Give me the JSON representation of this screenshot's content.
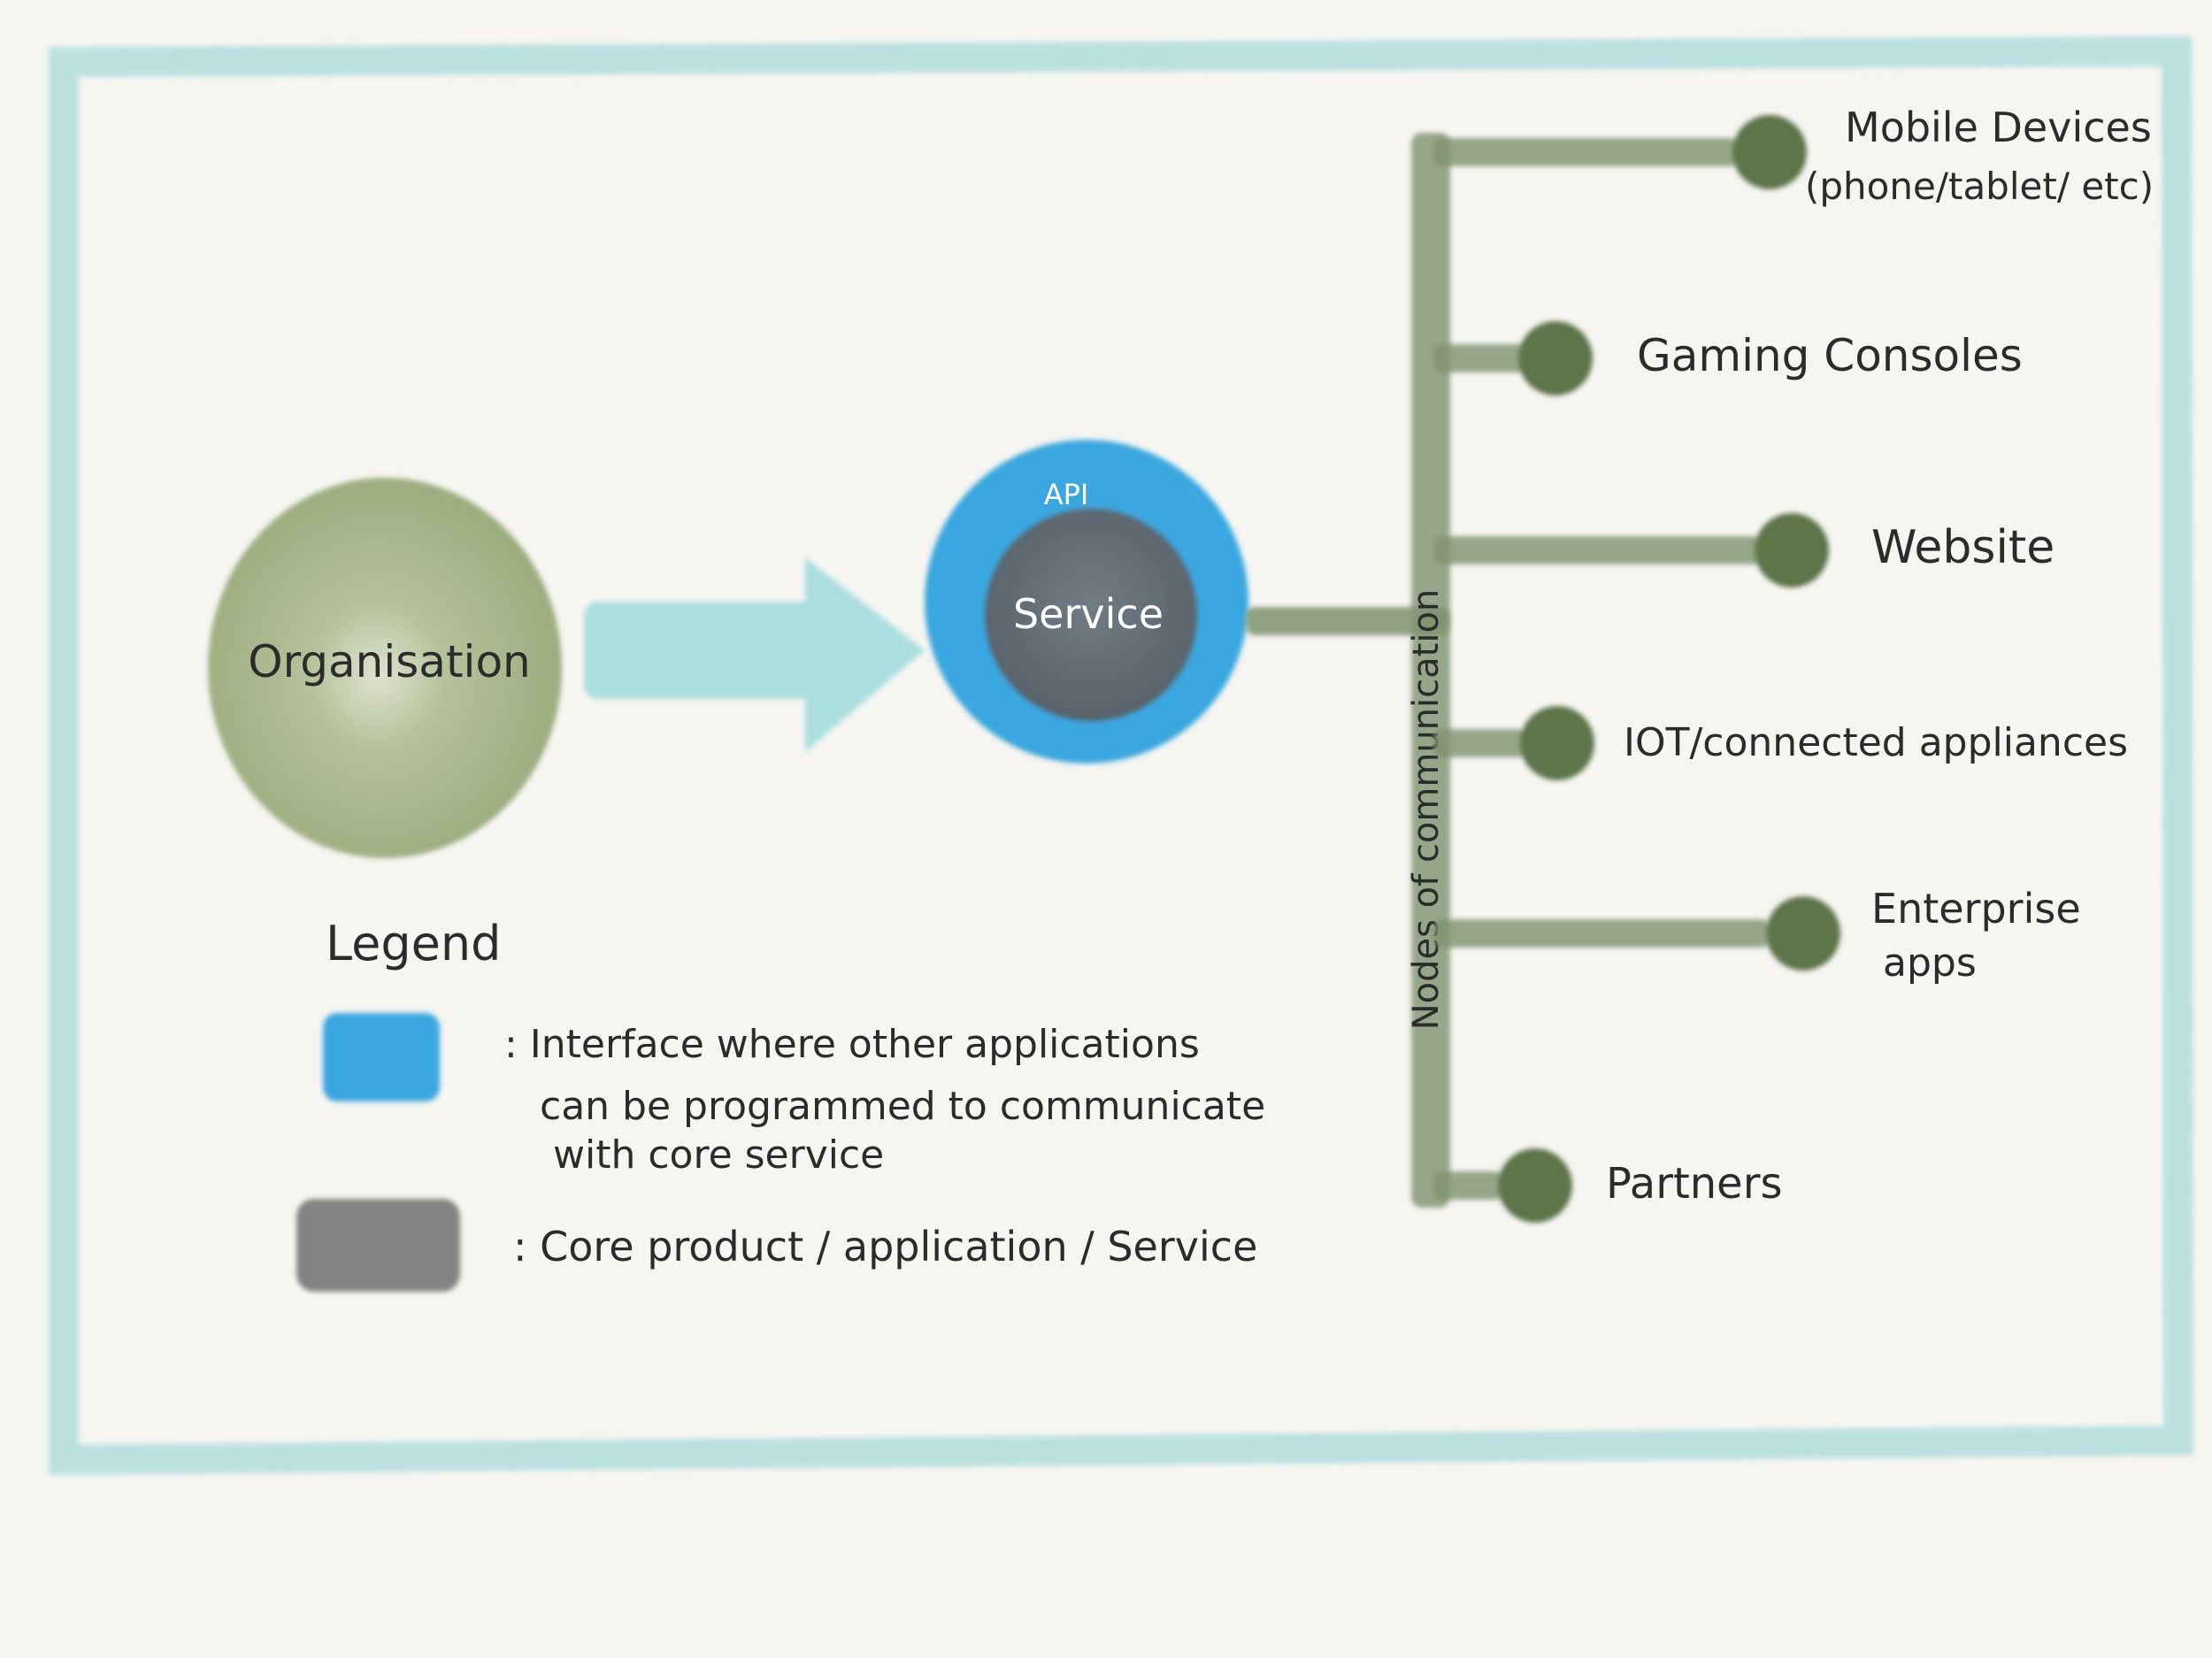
{
  "colors": {
    "background": "#f6f5f1",
    "frame": "#a8dadb",
    "organisation": "#9faf80",
    "api_ring": "#3aa7e0",
    "service_core": "#5d6870",
    "connector": "#7f9370",
    "node": "#5d7549",
    "arrow": "#9fdbdc",
    "text": "#2b2b2b",
    "legend_gray": "#6f6f6f"
  },
  "diagram": {
    "organisation_label": "Organisation",
    "api_label": "API",
    "service_label": "Service",
    "bus_label": "Nodes of communication",
    "nodes": [
      {
        "label": "Mobile Devices",
        "sublabel": "(phone/tablet/ etc)"
      },
      {
        "label": "Gaming Consoles",
        "sublabel": ""
      },
      {
        "label": "Website",
        "sublabel": ""
      },
      {
        "label": "IOT/connected appliances",
        "sublabel": ""
      },
      {
        "label": "Enterprise",
        "sublabel": "apps"
      },
      {
        "label": "Partners",
        "sublabel": ""
      }
    ]
  },
  "legend": {
    "title": "Legend",
    "items": [
      {
        "swatch": "api",
        "lines": [
          ": Interface where other applications",
          "can be programmed to communicate",
          "with core service"
        ]
      },
      {
        "swatch": "core",
        "lines": [
          ": Core product / application / Service"
        ]
      }
    ]
  }
}
